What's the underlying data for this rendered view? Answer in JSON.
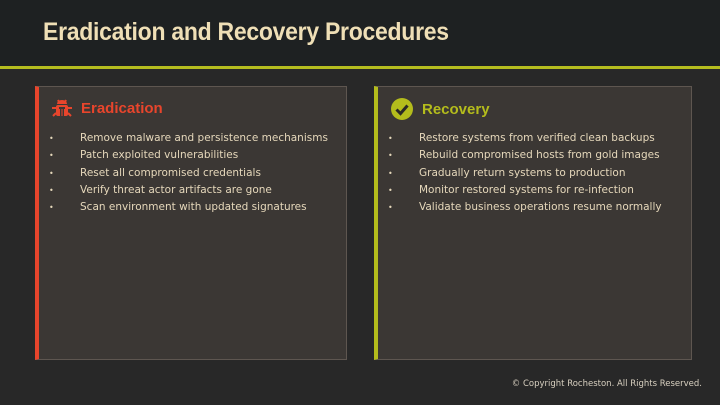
{
  "title": "Eradication and Recovery Procedures",
  "colors": {
    "accent": "#b5bd1f",
    "eradication": "#e8452c",
    "recovery": "#b4bc1c"
  },
  "eradication": {
    "icon": "bug-icon",
    "heading": "Eradication",
    "items": [
      "Remove malware and persistence mechanisms",
      "Patch exploited vulnerabilities",
      "Reset all compromised credentials",
      "Verify threat actor artifacts are gone",
      "Scan environment with updated signatures"
    ]
  },
  "recovery": {
    "icon": "check-circle-icon",
    "heading": "Recovery",
    "items": [
      "Restore systems from verified clean backups",
      "Rebuild compromised hosts from gold images",
      "Gradually return systems to production",
      "Monitor restored systems for re-infection",
      "Validate business operations resume normally"
    ]
  },
  "footer": "© Copyright Rocheston. All Rights Reserved."
}
